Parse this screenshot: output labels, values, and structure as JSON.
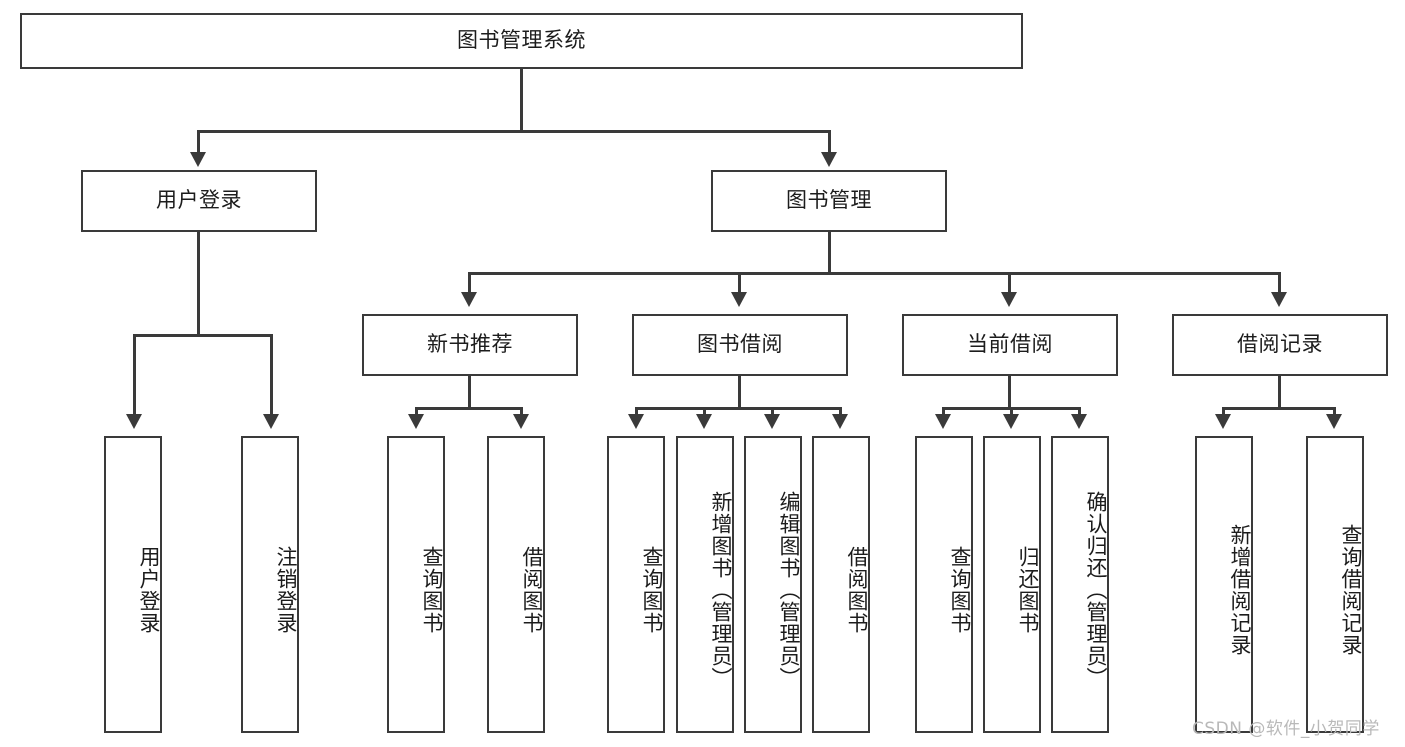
{
  "diagram": {
    "type": "tree-structure-chart",
    "title": "图书管理系统",
    "root": {
      "label": "图书管理系统"
    },
    "level2": [
      {
        "label": "用户登录"
      },
      {
        "label": "图书管理"
      }
    ],
    "level3": [
      {
        "label": "新书推荐"
      },
      {
        "label": "图书借阅"
      },
      {
        "label": "当前借阅"
      },
      {
        "label": "借阅记录"
      }
    ],
    "leaves": {
      "user_login": [
        {
          "label": "用户登录"
        },
        {
          "label": "注销登录"
        }
      ],
      "new_book_recommend": [
        {
          "label": "查询图书"
        },
        {
          "label": "借阅图书"
        }
      ],
      "book_borrow": [
        {
          "label": "查询图书"
        },
        {
          "label": "新增图书（管理员）"
        },
        {
          "label": "编辑图书（管理员）"
        },
        {
          "label": "借阅图书"
        }
      ],
      "current_borrow": [
        {
          "label": "查询图书"
        },
        {
          "label": "归还图书"
        },
        {
          "label": "确认归还（管理员）"
        }
      ],
      "borrow_record": [
        {
          "label": "新增借阅记录"
        },
        {
          "label": "查询借阅记录"
        }
      ]
    }
  },
  "watermark": {
    "text": "CSDN @软件_小贺同学"
  },
  "colors": {
    "stroke": "#3a3a3a",
    "fill": "#ffffff",
    "text": "#1c1c1c",
    "watermark": "#b9b9b9"
  }
}
